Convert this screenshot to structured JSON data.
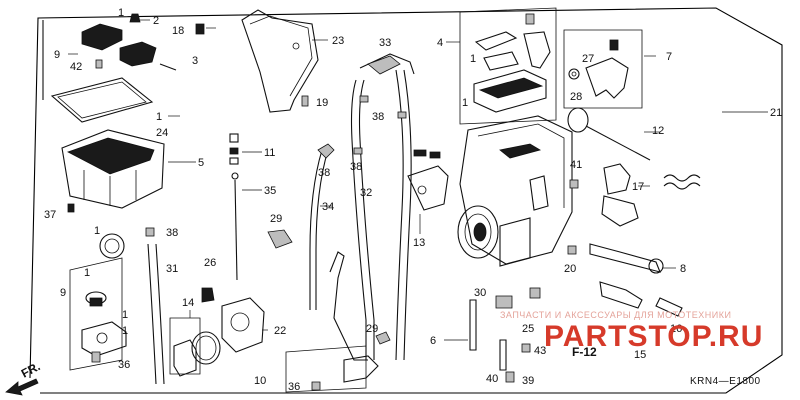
{
  "diagram": {
    "callouts": [
      {
        "id": "c-1a",
        "label": "1"
      },
      {
        "id": "c-2",
        "label": "2"
      },
      {
        "id": "c-18",
        "label": "18"
      },
      {
        "id": "c-23",
        "label": "23"
      },
      {
        "id": "c-33",
        "label": "33"
      },
      {
        "id": "c-4",
        "label": "4"
      },
      {
        "id": "c-7",
        "label": "7"
      },
      {
        "id": "c-9a",
        "label": "9"
      },
      {
        "id": "c-3",
        "label": "3"
      },
      {
        "id": "c-42",
        "label": "42"
      },
      {
        "id": "c-1b",
        "label": "1"
      },
      {
        "id": "c-24",
        "label": "24"
      },
      {
        "id": "c-19",
        "label": "19"
      },
      {
        "id": "c-38a",
        "label": "38"
      },
      {
        "id": "c-1c",
        "label": "1"
      },
      {
        "id": "c-27",
        "label": "27"
      },
      {
        "id": "c-28",
        "label": "28"
      },
      {
        "id": "c-1d",
        "label": "1"
      },
      {
        "id": "c-21",
        "label": "21"
      },
      {
        "id": "c-5",
        "label": "5"
      },
      {
        "id": "c-11",
        "label": "11"
      },
      {
        "id": "c-38b",
        "label": "38"
      },
      {
        "id": "c-38c",
        "label": "38"
      },
      {
        "id": "c-12",
        "label": "12"
      },
      {
        "id": "c-41",
        "label": "41"
      },
      {
        "id": "c-35",
        "label": "35"
      },
      {
        "id": "c-32",
        "label": "32"
      },
      {
        "id": "c-17",
        "label": "17"
      },
      {
        "id": "c-37",
        "label": "37"
      },
      {
        "id": "c-34",
        "label": "34"
      },
      {
        "id": "c-29a",
        "label": "29"
      },
      {
        "id": "c-13",
        "label": "13"
      },
      {
        "id": "c-1e",
        "label": "1"
      },
      {
        "id": "c-38d",
        "label": "38"
      },
      {
        "id": "c-31",
        "label": "31"
      },
      {
        "id": "c-26",
        "label": "26"
      },
      {
        "id": "c-20",
        "label": "20"
      },
      {
        "id": "c-8",
        "label": "8"
      },
      {
        "id": "c-1f",
        "label": "1"
      },
      {
        "id": "c-9b",
        "label": "9"
      },
      {
        "id": "c-14",
        "label": "14"
      },
      {
        "id": "c-22",
        "label": "22"
      },
      {
        "id": "c-1g",
        "label": "1"
      },
      {
        "id": "c-30",
        "label": "30"
      },
      {
        "id": "c-25",
        "label": "25"
      },
      {
        "id": "c-6",
        "label": "6"
      },
      {
        "id": "c-29b",
        "label": "29"
      },
      {
        "id": "c-43",
        "label": "43"
      },
      {
        "id": "c-16",
        "label": "16"
      },
      {
        "id": "c-15",
        "label": "15"
      },
      {
        "id": "c-36a",
        "label": "36"
      },
      {
        "id": "c-10",
        "label": "10"
      },
      {
        "id": "c-36b",
        "label": "36"
      },
      {
        "id": "c-40",
        "label": "40"
      },
      {
        "id": "c-39",
        "label": "39"
      },
      {
        "id": "c-1h",
        "label": "1"
      }
    ],
    "fr_label": "FR.",
    "ref_tag": "F-12",
    "diagram_code": "KRN4—E1800",
    "watermark_main": "PARTSTOP.RU",
    "watermark_sub": "ЗАПЧАСТИ И АКСЕССУАРЫ ДЛЯ МОТОТЕХНИКИ",
    "colors": {
      "line": "#111111",
      "watermark": "#d63a2a",
      "watermark_sub": "#e4a39a",
      "background": "#ffffff"
    }
  }
}
